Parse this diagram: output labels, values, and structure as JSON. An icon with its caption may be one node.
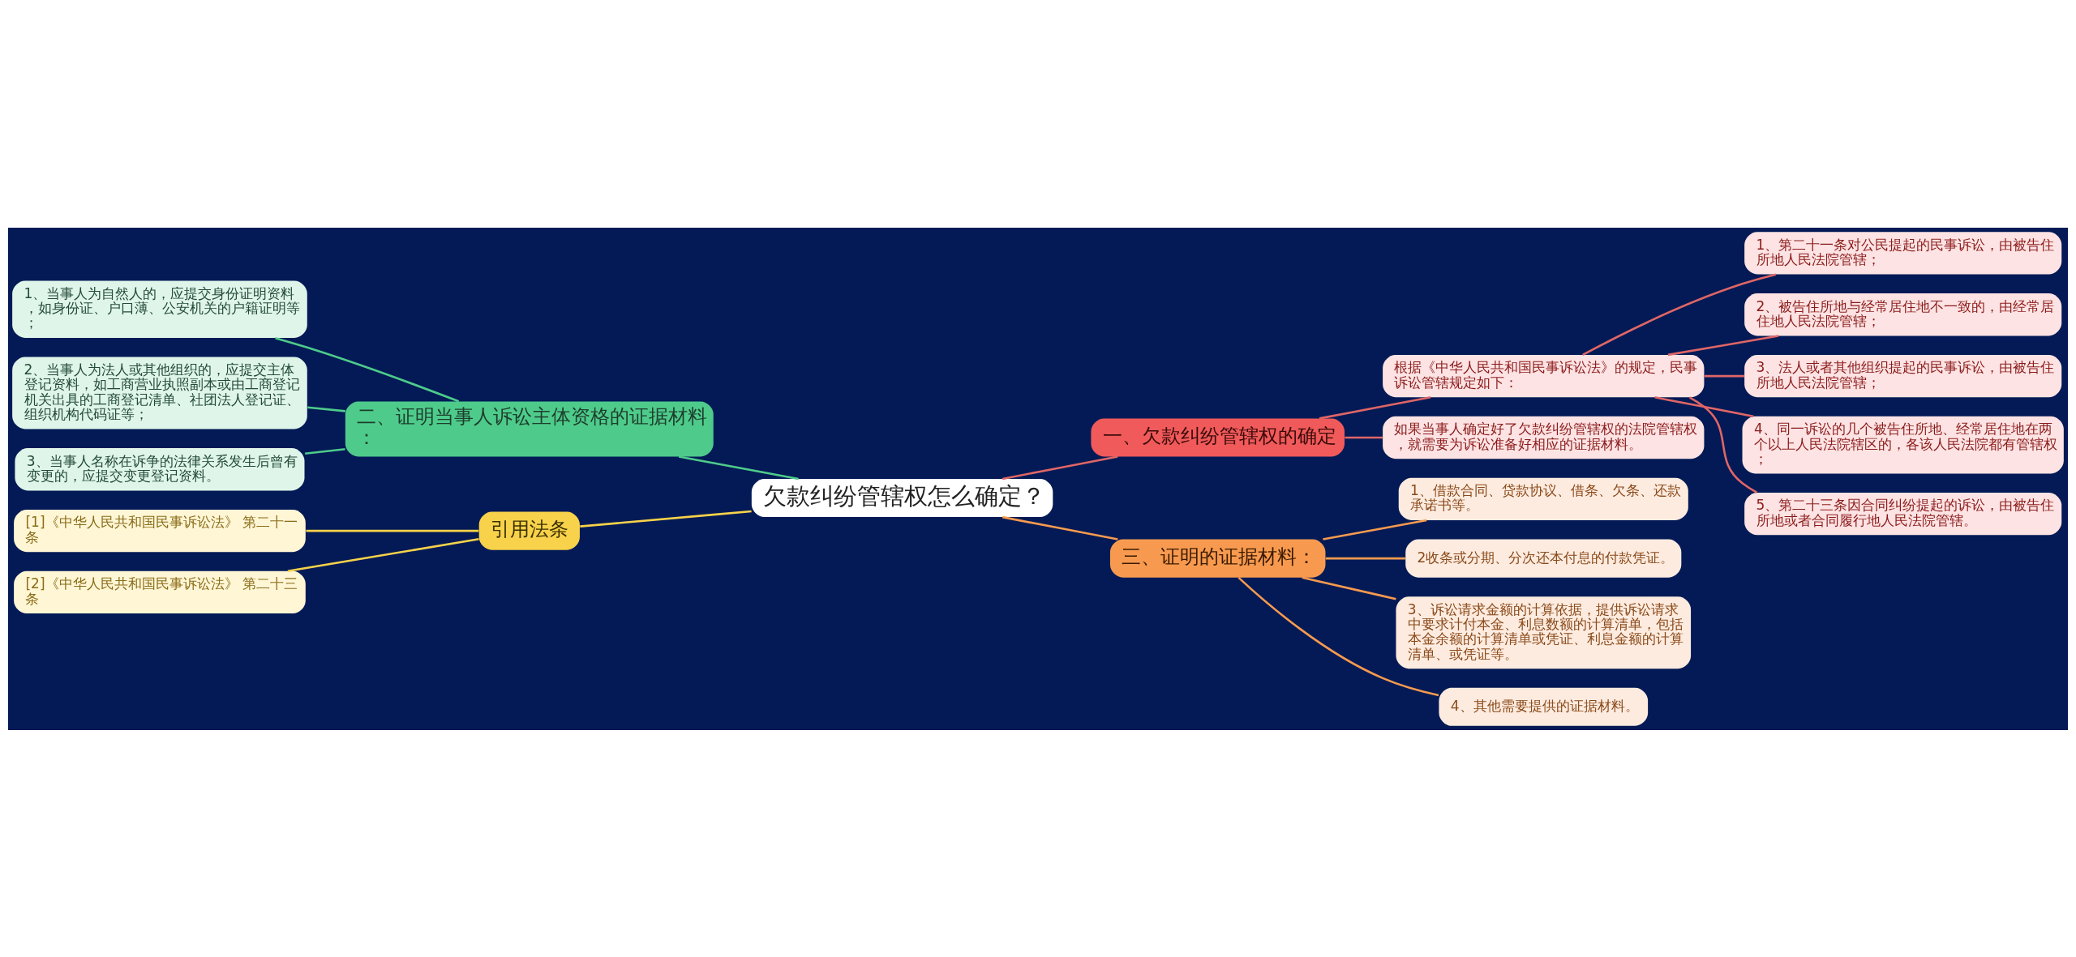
{
  "diagram": {
    "nodes": [
      {
        "text": [
          "欠款纠纷管辖权怎么确定？"
        ]
      },
      {
        "text": [
          "二、证明当事人诉讼主体资格的证据材料："
        ]
      },
      {
        "text": [
          "1、当事人为自然人的，应提交身份证明资料，如身份证、户口薄、公安机关的户籍证明等；"
        ]
      },
      {
        "text": [
          "2、当事人为法人或其他组织的，应提交主体登记资料，如工商营业执照副本或由工商登记机关出具的工商登记清单、社团法人登记证、组织机构代码证等；"
        ]
      },
      {
        "text": [
          "3、当事人名称在诉争的法律关系发生后曾有变更的，应提交变更登记资料。"
        ]
      },
      {
        "text": [
          "引用法条"
        ]
      },
      {
        "text": [
          "[1]《中华人民共和国民事诉讼法》 第二十一条"
        ]
      },
      {
        "text": [
          "[2]《中华人民共和国民事诉讼法》 第二十三条"
        ]
      },
      {
        "text": [
          "一、欠款纠纷管辖权的确定"
        ]
      },
      {
        "text": [
          "根据《中华人民共和国民事诉讼法》的规定，民事诉讼管辖规定如下："
        ]
      },
      {
        "text": [
          "1、第二十一条对公民提起的民事诉讼，由被告住所地人民法院管辖；"
        ]
      },
      {
        "text": [
          "2、被告住所地与经常居住地不一致的，由经常居住地人民法院管辖；"
        ]
      },
      {
        "text": [
          "3、法人或者其他组织提起的民事诉讼，由被告住所地人民法院管辖；"
        ]
      },
      {
        "text": [
          "4、同一诉讼的几个被告住所地、经常居住地在两个以上人民法院辖区的，各该人民法院都有管辖权；"
        ]
      },
      {
        "text": [
          "5、第二十三条因合同纠纷提起的诉讼，由被告住所地或者合同履行地人民法院管辖。"
        ]
      },
      {
        "text": [
          "如果当事人确定好了欠款纠纷管辖权的法院管辖权，就需要为诉讼准备好相应的证据材料。"
        ]
      },
      {
        "text": [
          "三、证明的证据材料："
        ]
      },
      {
        "text": [
          "1、借款合同、贷款协议、借条、欠条、还款承诺书等。"
        ]
      },
      {
        "text": [
          "2收条或分期、分次还本付息的付款凭证。"
        ]
      },
      {
        "text": [
          "3、诉讼请求金额的计算依据，提供诉讼请求中要求计付本金、利息数额的计算清单，包括本金余额的计算清单或凭证、利息金额的计算清单、或凭证等。"
        ]
      },
      {
        "text": [
          "4、其他需要提供的证据材料。"
        ]
      }
    ],
    "edges": [
      {
        "from": 1,
        "to": 0,
        "arrow": "none",
        "color": "#4ecb8b"
      },
      {
        "from": 2,
        "to": 1,
        "arrow": "none",
        "color": "#4ecb8b"
      },
      {
        "from": 3,
        "to": 1,
        "arrow": "none",
        "color": "#4ecb8b"
      },
      {
        "from": 4,
        "to": 1,
        "arrow": "none",
        "color": "#4ecb8b"
      },
      {
        "from": 5,
        "to": 0,
        "arrow": "none",
        "color": "#f8d24a"
      },
      {
        "from": 6,
        "to": 5,
        "arrow": "none",
        "color": "#f8d24a"
      },
      {
        "from": 7,
        "to": 5,
        "arrow": "none",
        "color": "#f8d24a"
      },
      {
        "from": 0,
        "to": 8,
        "arrow": "none"
      },
      {
        "from": 8,
        "to": 9,
        "arrow": "none"
      },
      {
        "from": 9,
        "to": 10,
        "arrow": "none"
      },
      {
        "from": 9,
        "to": 11,
        "arrow": "none"
      },
      {
        "from": 9,
        "to": 12,
        "arrow": "none"
      },
      {
        "from": 9,
        "to": 13,
        "arrow": "none"
      },
      {
        "from": 9,
        "to": 14,
        "arrow": "none"
      },
      {
        "from": 8,
        "to": 15,
        "arrow": "none"
      },
      {
        "from": 0,
        "to": 16,
        "arrow": "none",
        "color": "#f79a4f"
      },
      {
        "from": 16,
        "to": 17,
        "arrow": "none",
        "color": "#f79a4f"
      },
      {
        "from": 16,
        "to": 18,
        "arrow": "none",
        "color": "#f79a4f"
      },
      {
        "from": 16,
        "to": 19,
        "arrow": "none",
        "color": "#f79a4f"
      },
      {
        "from": 16,
        "to": 20,
        "arrow": "none",
        "color": "#f79a4f"
      }
    ]
  }
}
